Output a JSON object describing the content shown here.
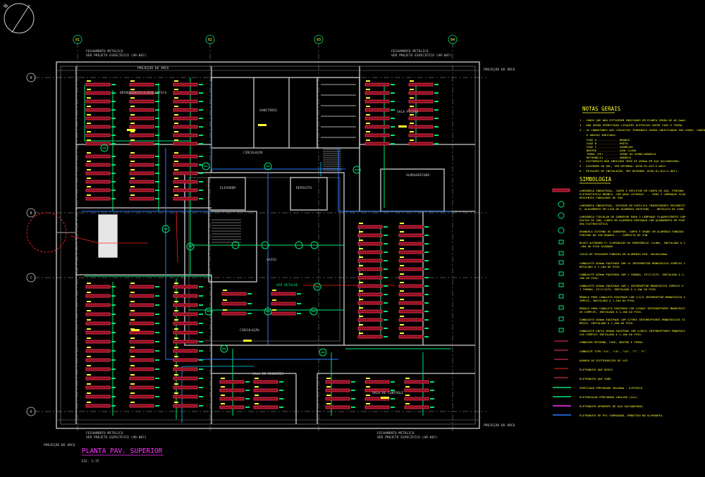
{
  "drawing": {
    "title": "PLANTA PAV. SUPERIOR",
    "scale": "ESC. 1:75",
    "north": "N",
    "axes_cols": [
      "01",
      "02",
      "03",
      "04"
    ],
    "axes_rows": [
      "A",
      "B",
      "C",
      "D"
    ],
    "facade_notes": {
      "top_left": [
        "FECHAMENTO METÁLICO",
        "VER PROJETO ESPECÍFICO (AR-007)"
      ],
      "top_right": [
        "FECHAMENTO METÁLICO",
        "VER PROJETO ESPECÍFICO (AR-007)"
      ],
      "bottom_left": [
        "FECHAMENTO METÁLICO",
        "VER PROJETO ESPECÍFICO (AR-007)"
      ],
      "bottom_right": [
        "FECHAMENTO METÁLICO",
        "VER PROJETO ESPECÍFICO (AR-007)"
      ],
      "arc_projection": "PROJEÇÃO DO ARCO"
    },
    "rooms": {
      "library": "BRINQUEDOTECA/BIBLIOTECA",
      "toilets": "SANITÁRIO",
      "pilot_room": "SALA PILOTO",
      "circulation": "CIRCULAÇÃO",
      "elevator": "ELEVADOR",
      "deposit": "DEPÓSITO",
      "storage": "ALMOXARIFADO",
      "void": "VAZIO",
      "meeting_room": "SALA DE REUNIÕES",
      "control_room": "SALA DE CONTROLE",
      "detail_ref": "VER DETALHE"
    }
  },
  "notes": {
    "title": "NOTAS GERAIS",
    "items": [
      "1 - CABOS QUE NÃO ESTIVEREM INDICADOS EM PLANTA SERÃO DE #2,5mm2.",
      "2 - NÃO SERÃO PERMITIDAS LIGAÇÕES ELÉTRICAS ENTRE FASE E TERRA.",
      "3 - OS CONDUTORES DOS CIRCUITOS TERMINAIS SERÃO CODIFICADOS POR CORES, CONFORME ABAIXO INDICADO:",
      "FASE A ............ BRANCO",
      "FASE B ............ PRETO",
      "FASE C ............ VERMELHO",
      "NEUTRO ............ AZUL CLARO",
      "TERRA (PE) ........ VERDE OU VERDE/AMARELO",
      "RETORNO(S) ........ AMARELO",
      "4 - ELETRODUTO NÃO INDICADO SERÁ DE Ø20mm EM AÇO GALVANIZADO.",
      "5 - DIAGRAMA DO QDL, VER DESENHO: 0250-01-013-E-0012.",
      "6 - DETALHES DE INSTALAÇÃO, VER DESENHO: 0250-01-013-E-0011."
    ]
  },
  "legend": {
    "title": "SIMBOLOGIA",
    "items": [
      "LUMINÁRIA INDUSTRIAL, CORPO E REFLETOR EM CHAPA DE AÇO, PINTURA ELETROSTÁTICA BRANCA, COM ABAS LATERAIS ... PARA 2 LÂMPADAS FLUORESCENTES TUBULARES DE 32W",
      "LUMINÁRIA INDUSTRIAL, DIFUSOR EM ACRÍLICO TRANSPARENTE PRISMÁTICO, ALOJAMENTO EM LIGA DE ALUMÍNIO INJETADO ... METÁLICO DE 150W",
      "LUMINÁRIA CIRCULAR DE SOBREPOR PARA 2 LÂMPADAS FLUORESCENTES COMPACTAS DE 26W, CORPO EM ALUMÍNIO REPUXADO COM ACABAMENTO EM PINTURA ELETROSTÁTICA",
      "ARANDELA EXTERNA DE SOBREPOR, CORPO E GRADE EM ALUMÍNIO FUNDIDO PINTADO NA COR BRANCA ... COMPACTA DE 23W",
      "BLOCO AUTÔNOMO P/ ILUMINAÇÃO DE EMERGÊNCIA (2x9W), INSTALADO A 2,30m DO PISO ACABADO.",
      "CAIXA DE PASSAGEM FUNDIDA EM ALUMÍNIO DIM. 40x40x20mm",
      "CONDULETE Ø20mm EQUIPADO COM 1x INTERRUPTOR MONOFÁSICO SIMPLES INSTALADO A 1,10m DO PISO.",
      "CONDULETE Ø20mm EQUIPADO COM 1 TOMADA, 1P+T/127V, INSTALADO A 1,10m DO PISO.",
      "CONDULETE Ø20mm EQUIPADO COM 1 INTERRUPTOR MONOFÁSICO SIMPLES E 1 TOMADA, 1P+T/127V, INSTALADO A 1,10m DO PISO.",
      "MÓDULO PARA CANALETA EQUIPADO COM 1/2/4 INTERRUPTOR MONOFÁSICO SIMPLES, INSTALADO A 1,10m DO PISO.",
      "MÓDULO PARA CANALETA EQUIPADO COM 2/DUAS INTERRUPTORES MONOFÁSICOS SIMPLES, INSTALADO A 1,10m DO PISO.",
      "CONDULETE Ø20mm EQUIPADO COM 3/TRÊS INTERRUPTORES MONOFÁSICOS SIMPLES, INSTALADO A 1,10m DO PISO.",
      "CONDULETE DUPLO Ø20mm EQUIPADO COM 4/DOIS INTERRUPTORES MONOFÁSICOS SIMPLES INSTALADO A 1,10m DO PISO.",
      "CONDUTOR RETORNO, FASE, NEUTRO E TERRA.",
      "CONDUITE TIPO \"LA\", \"LA\", \"LA\", \"T\", \"F\".",
      "QUADRO DE DISTRIBUIÇÃO DE LUZ.",
      "ELETRODUTO QUE DESCE.",
      "ELETRODUTO QUE SOBE.",
      "PERFILADO PERFURADO 38x38mm - ELÉTRICA",
      "ELETROCALHA PERFURADA 100x100 (Luz)",
      "ELETRODUTO APARENTE DE AÇO GALVANIZADO.",
      "ELETRODUTO DE PVC CORRUGADO, EMBUTIDO NA ALVENARIA."
    ]
  },
  "colors": {
    "background": "#000000",
    "wall": "#cfcfcf",
    "grid": "#6a6a6a",
    "fixture": "#ff3355",
    "fixture_fill": "#8b0f20",
    "circuit": "#00e676",
    "label": "#ffff33",
    "pink": "#ff33ff",
    "blue": "#2a7bff",
    "cyan": "#00cfff",
    "red": "#ff2020",
    "title": "#ff33ff"
  }
}
